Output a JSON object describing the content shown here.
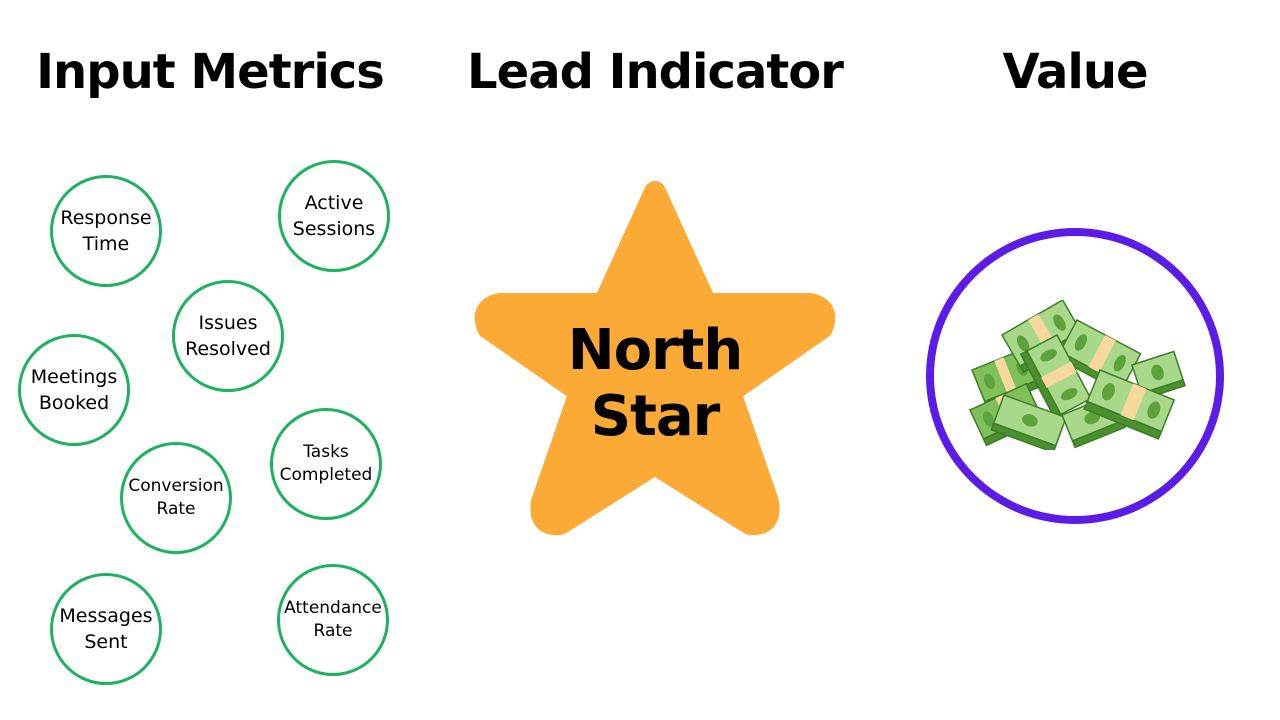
{
  "columns": {
    "input_metrics": "Input Metrics",
    "lead_indicator": "Lead Indicator",
    "value": "Value"
  },
  "metrics": [
    {
      "line1": "Response",
      "line2": "Time"
    },
    {
      "line1": "Active",
      "line2": "Sessions"
    },
    {
      "line1": "Issues",
      "line2": "Resolved"
    },
    {
      "line1": "Meetings",
      "line2": "Booked"
    },
    {
      "line1": "Tasks",
      "line2": "Completed"
    },
    {
      "line1": "Conversion",
      "line2": "Rate"
    },
    {
      "line1": "Messages",
      "line2": "Sent"
    },
    {
      "line1": "Attendance",
      "line2": "Rate"
    }
  ],
  "north_star": {
    "line1": "North",
    "line2": "Star"
  },
  "value_icon": "money-stack-icon",
  "colors": {
    "metric_border": "#1db160",
    "star_fill": "#fbab35",
    "value_border": "#5b1de6",
    "money_green": "#6ab04c",
    "money_band": "#f7d9a0"
  }
}
